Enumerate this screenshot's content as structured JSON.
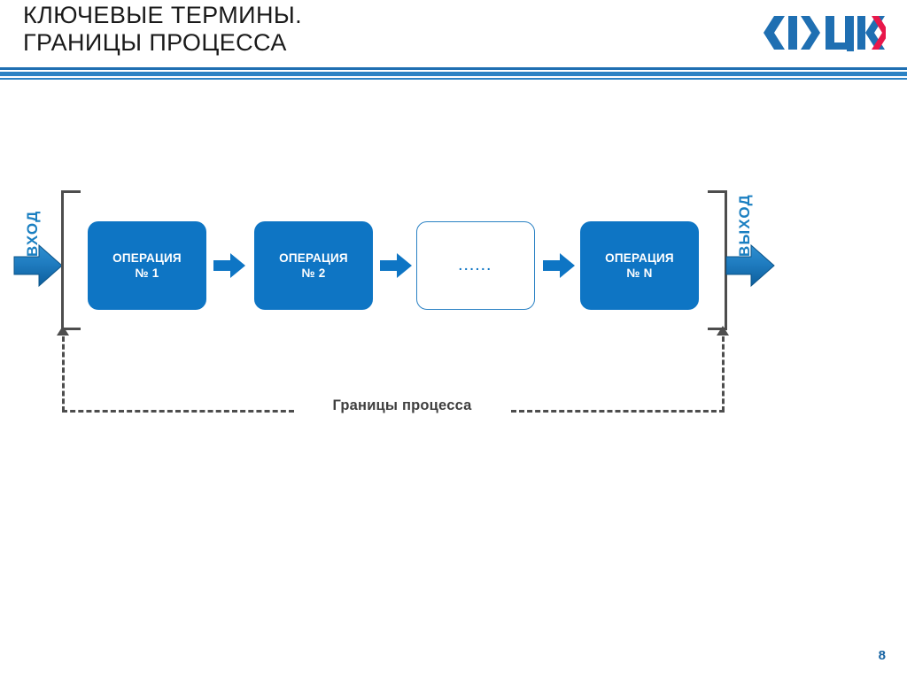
{
  "slide": {
    "title": "КЛЮЧЕВЫЕ ТЕРМИНЫ.\nГРАНИЦЫ ПРОЦЕССА",
    "page_number": "8",
    "background_color": "#ffffff"
  },
  "logo": {
    "name": "РЦК",
    "letters": "ЦК",
    "primary_color": "#1f6fb2",
    "accent_color": "#e8174a"
  },
  "divider": {
    "color_dark": "#1f6fb2",
    "color_light": "#2b82c4"
  },
  "diagram": {
    "input_label": "ВХОД",
    "output_label": "ВЫХОД",
    "boundary_label": "Границы процесса",
    "box_color": "#0e75c4",
    "box_text_color": "#ffffff",
    "outline_box_border_color": "#2b82c4",
    "bracket_color": "#4d4d4d",
    "dash_color": "#4d4d4d",
    "steps": [
      {
        "line1": "ОПЕРАЦИЯ",
        "line2": "№ 1",
        "kind": "filled"
      },
      {
        "line1": "ОПЕРАЦИЯ",
        "line2": "№ 2",
        "kind": "filled"
      },
      {
        "line1": "……",
        "line2": "",
        "kind": "outline"
      },
      {
        "line1": "ОПЕРАЦИЯ",
        "line2": "№ N",
        "kind": "filled"
      }
    ],
    "ellipsis_text": "......"
  }
}
